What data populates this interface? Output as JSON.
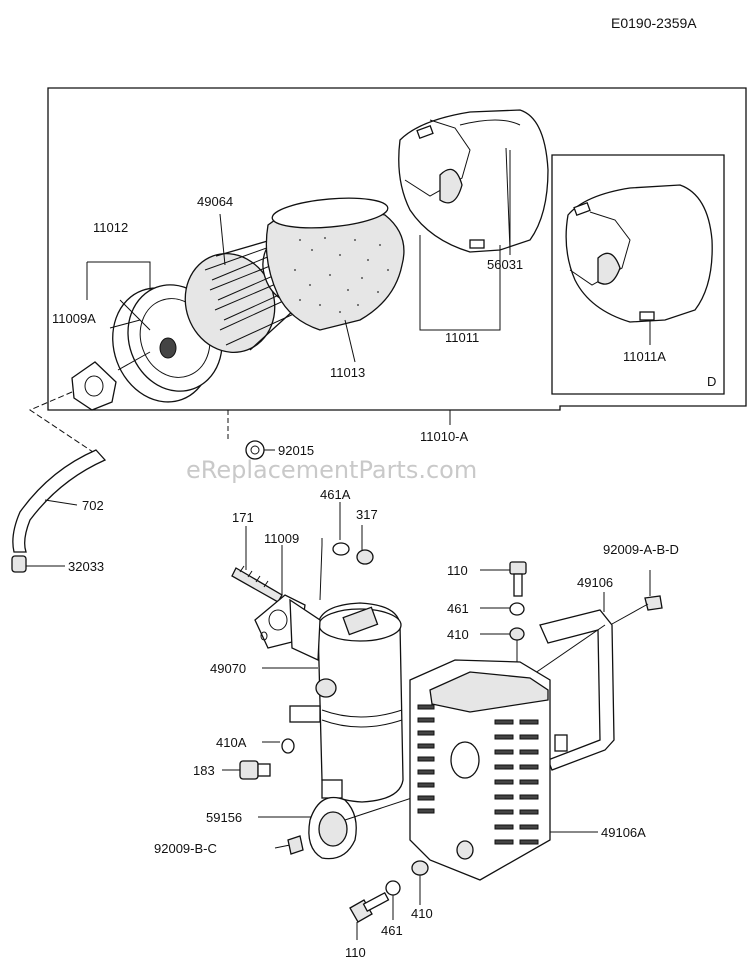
{
  "diagram": {
    "reference_code": "E0190-2359A",
    "watermark": "eReplacementParts.com",
    "inset_marker": "D",
    "parts": {
      "p11012": "11012",
      "p49064": "49064",
      "p11009A": "11009A",
      "p11013": "11013",
      "p11011": "11011",
      "p56031": "56031",
      "p11011A": "11011A",
      "p92015": "92015",
      "p11010A": "11010-A",
      "p702": "702",
      "p32033": "32033",
      "p461A": "461A",
      "p171": "171",
      "p11009": "11009",
      "p317": "317",
      "p110_top": "110",
      "p92009ABD": "92009-A-B-D",
      "p49106": "49106",
      "p461_top": "461",
      "p410_top": "410",
      "p49070": "49070",
      "p410A": "410A",
      "p183": "183",
      "p59156": "59156",
      "p92009BC": "92009-B-C",
      "p49106A": "49106A",
      "p410_bottom": "410",
      "p461_bottom": "461",
      "p110_bottom": "110"
    }
  }
}
